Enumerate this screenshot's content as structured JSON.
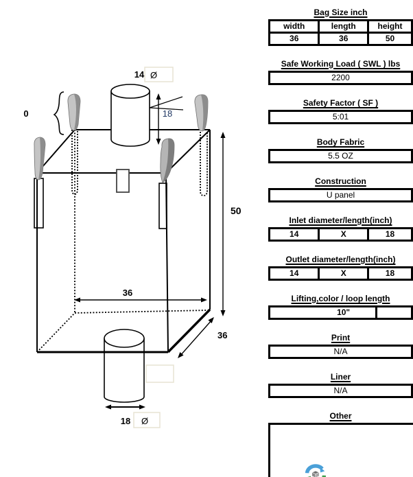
{
  "diagram": {
    "labels": {
      "loop_height": "0",
      "inlet_diameter": "14",
      "diameter_symbol": "Ø",
      "inlet_length": "18",
      "bag_height": "50",
      "bag_width": "36",
      "bag_depth": "36",
      "outlet_diameter": "18"
    },
    "colors": {
      "line": "#000000",
      "inlet_length_label": "#203864",
      "loop_light": "#c4c4c4",
      "loop_dark": "#8d8d8d",
      "callout_box_border": "#e7e3d3"
    }
  },
  "panel": {
    "bag_size": {
      "title": "Bag Size inch",
      "headers": [
        "width",
        "length",
        "height"
      ],
      "values": [
        "36",
        "36",
        "50"
      ]
    },
    "swl": {
      "title": "Safe Working Load ( SWL ) lbs",
      "value": "2200"
    },
    "safety_factor": {
      "title": "Safety Factor ( SF )",
      "value": "5:01"
    },
    "body_fabric": {
      "title": "Body Fabric",
      "value": "5.5 OZ"
    },
    "construction": {
      "title": "Construction",
      "value": "U panel"
    },
    "inlet": {
      "title": "Inlet diameter/length(inch)",
      "values": [
        "14",
        "X",
        "18"
      ]
    },
    "outlet": {
      "title": "Outlet diameter/length(inch)",
      "values": [
        "14",
        "X",
        "18"
      ]
    },
    "lifting": {
      "title": "Lifting,color / loop length",
      "values": [
        "10\"",
        ""
      ]
    },
    "print": {
      "title": "Print",
      "value": "N/A"
    },
    "liner": {
      "title": "Liner",
      "value": "N/A"
    },
    "other": {
      "title": "Other"
    },
    "logo_colors": {
      "blue": "#4aa0d8",
      "green": "#3fa14d",
      "bag_gray": "#8a8a8a"
    }
  }
}
